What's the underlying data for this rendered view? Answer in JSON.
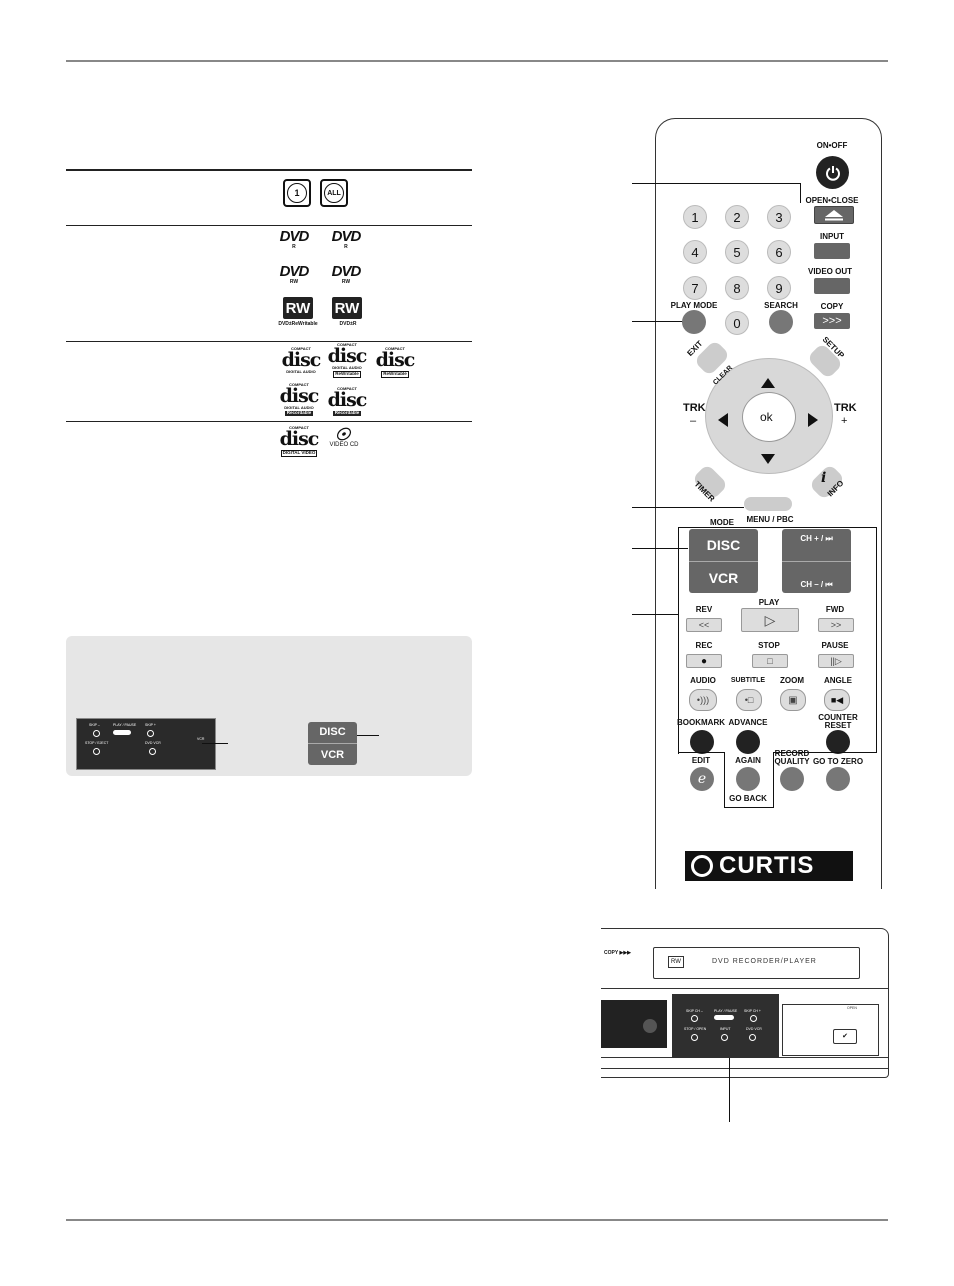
{
  "remote": {
    "on_off": "ON•OFF",
    "open_close": "OPEN•CLOSE",
    "numbers": [
      "1",
      "2",
      "3",
      "4",
      "5",
      "6",
      "7",
      "8",
      "9",
      "0"
    ],
    "input": "INPUT",
    "video_out": "VIDEO OUT",
    "play_mode": "PLAY MODE",
    "search": "SEARCH",
    "copy": "COPY",
    "copy_arrows": ">>>",
    "exit": "EXIT",
    "clear": "CLEAR",
    "setup": "SETUP",
    "trk_left": "TRK",
    "trk_minus": "–",
    "trk_right": "TRK",
    "trk_plus": "+",
    "ok": "ok",
    "timer": "TIMER",
    "info": "INFO",
    "menu_pbc": "MENU / PBC",
    "mode": "MODE",
    "disc": "DISC",
    "vcr": "VCR",
    "ch_plus": "CH + / ⏭",
    "ch_minus": "CH – / ⏮",
    "rev": "REV",
    "play": "PLAY",
    "fwd": "FWD",
    "rec": "REC",
    "stop": "STOP",
    "pause": "PAUSE",
    "audio": "AUDIO",
    "subtitle": "SUBTITLE",
    "zoom": "ZOOM",
    "angle": "ANGLE",
    "bookmark": "BOOKMARK",
    "advance": "ADVANCE",
    "counter_reset_1": "COUNTER",
    "counter_reset_2": "RESET",
    "edit": "EDIT",
    "again": "AGAIN",
    "record_quality_1": "RECORD",
    "record_quality_2": "QUALITY",
    "go_to_zero": "GO TO ZERO",
    "go_back": "GO BACK",
    "brand": "CURTIS"
  },
  "logos": {
    "region_1": "1",
    "region_all": "ALL",
    "dvd": "DVD",
    "dvd_r_sub": "R",
    "dvd_rw_sub": "RW",
    "rw": "RW",
    "rw_cap_1": "DVD±ReWritable",
    "rw_cap_2": "DVD±R",
    "compact": "COMPACT",
    "disc": "disc",
    "digital_audio": "DIGITAL AUDIO",
    "rewritable": "ReWritable",
    "recordable": "Recordable",
    "digital_video": "DIGITAL VIDEO",
    "video_cd": "VIDEO CD"
  },
  "info_box": {
    "mode_disc": "DISC",
    "mode_vcr": "VCR",
    "panel_skip_minus": "SKIP –",
    "panel_play_pause": "PLAY / PAUSE",
    "panel_skip_plus": "SKIP +",
    "panel_stop_eject": "STOP / EJECT",
    "panel_dvd_vcr": "DVD VCR",
    "panel_vcr": "VCR"
  },
  "player": {
    "copy": "COPY ▶▶▶",
    "title": "DVD RECORDER/PLAYER",
    "skip_minus": "SKIP CH –",
    "play_pause": "PLAY / PAUSE",
    "skip_plus": "SKIP CH +",
    "stop_open": "STOP / OPEN",
    "input": "INPUT",
    "dvd_vcr": "DVD VCR",
    "open": "OPEN"
  }
}
